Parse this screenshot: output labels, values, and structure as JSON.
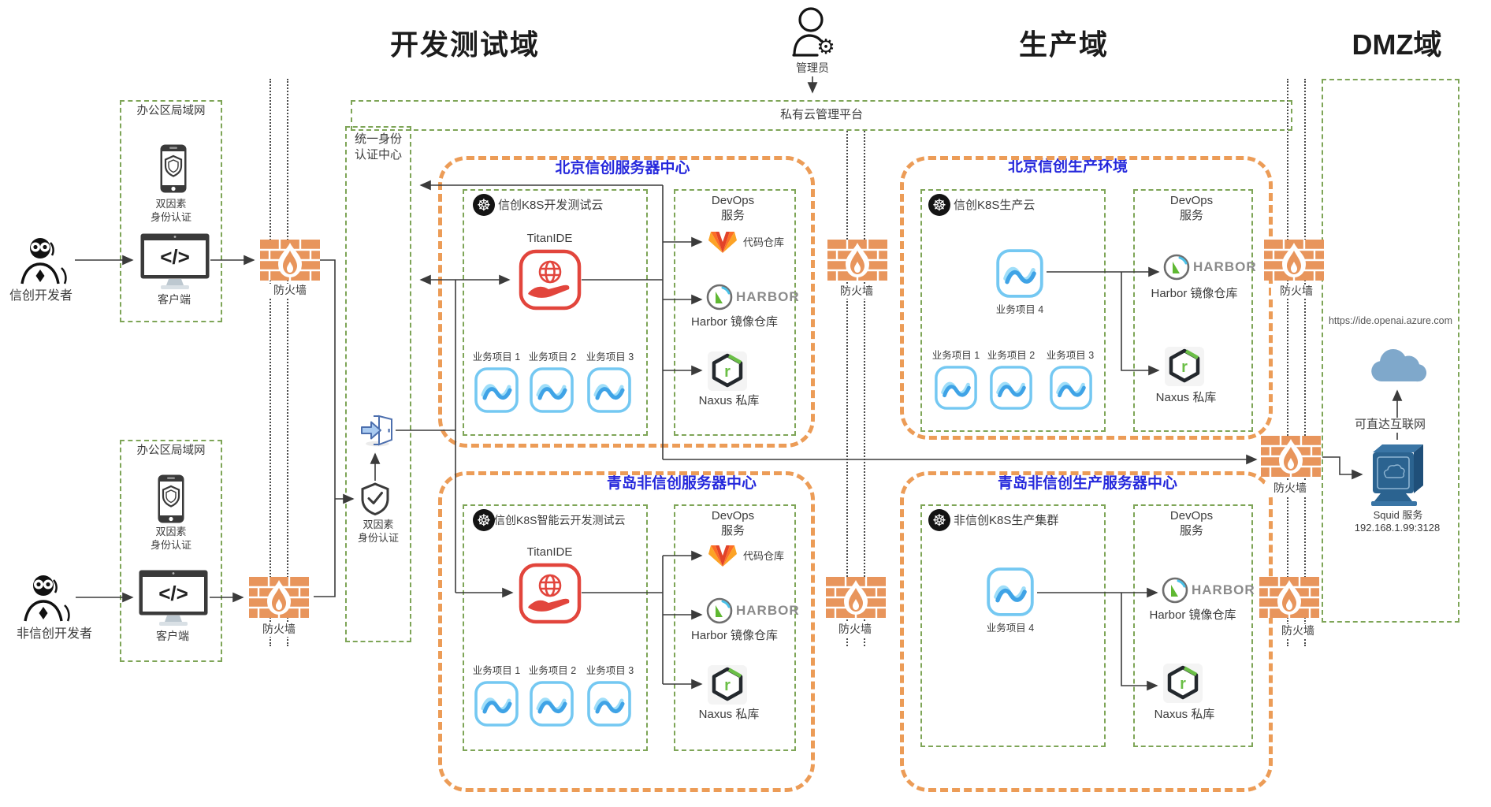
{
  "titles": {
    "dev_zone": "开发测试域",
    "prod_zone": "生产域",
    "dmz_zone": "DMZ域"
  },
  "admin": {
    "label": "管理员"
  },
  "band": {
    "label": "私有云管理平台"
  },
  "developers": [
    {
      "label": "信创开发者"
    },
    {
      "label": "非信创开发者"
    }
  ],
  "office_lans": [
    {
      "title": "办公区局域网",
      "mfa_line1": "双因素",
      "mfa_line2": "身份认证",
      "client_label": "客户端"
    },
    {
      "title": "办公区局域网",
      "mfa_line1": "双因素",
      "mfa_line2": "身份认证",
      "client_label": "客户端"
    }
  ],
  "auth_center": {
    "title_line1": "统一身份",
    "title_line2": "认证中心",
    "mfa_line1": "双因素",
    "mfa_line2": "身份认证"
  },
  "firewall": {
    "label": "防火墙"
  },
  "dev_centers": [
    {
      "title": "北京信创服务器中心",
      "cloud_title": "信创K8S开发测试云",
      "ide_label": "TitanIDE",
      "projects": [
        "业务项目 1",
        "业务项目 2",
        "业务项目 3"
      ],
      "devops": {
        "title_line1": "DevOps",
        "title_line2": "服务",
        "code_repo_label": "代码仓库",
        "harbor_logo_text": "HARBOR",
        "harbor_caption": "Harbor 镜像仓库",
        "nexus_label": "Naxus 私库"
      }
    },
    {
      "title": "青岛非信创服务器中心",
      "cloud_title": "信创K8S智能云开发测试云",
      "ide_label": "TitanIDE",
      "projects": [
        "业务项目 1",
        "业务项目 2",
        "业务项目 3"
      ],
      "devops": {
        "title_line1": "DevOps",
        "title_line2": "服务",
        "code_repo_label": "代码仓库",
        "harbor_logo_text": "HARBOR",
        "harbor_caption": "Harbor 镜像仓库",
        "nexus_label": "Naxus 私库"
      }
    }
  ],
  "prod_centers": [
    {
      "title": "北京信创生产环境",
      "cloud_title": "信创K8S生产云",
      "project4": "业务项目 4",
      "projects": [
        "业务项目 1",
        "业务项目 2",
        "业务项目 3"
      ],
      "devops": {
        "title_line1": "DevOps",
        "title_line2": "服务",
        "harbor_logo_text": "HARBOR",
        "harbor_caption": "Harbor 镜像仓库",
        "nexus_label": "Naxus 私库"
      }
    },
    {
      "title": "青岛非信创生产服务器中心",
      "cloud_title": "非信创K8S生产集群",
      "project4": "业务项目 4",
      "devops": {
        "title_line1": "DevOps",
        "title_line2": "服务",
        "harbor_logo_text": "HARBOR",
        "harbor_caption": "Harbor 镜像仓库",
        "nexus_label": "Naxus 私库"
      }
    }
  ],
  "dmz": {
    "url": "https://ide.openai.azure.com",
    "internet_label": "可直达互联网",
    "proxy_label": "Squid 服务",
    "proxy_address": "192.168.1.99:3128"
  },
  "colors": {
    "zone_border_green": "#7EA557",
    "center_border_orange": "#EC9C57",
    "center_title_blue": "#2528DC",
    "firewall_orange": "#E8955C",
    "line_dark": "#3B3B3B",
    "project_icon_blue": "#74C8F2",
    "titanide_red": "#E2453C",
    "cloud_blue": "#7FA8CB",
    "squid_blue": "#2B6390"
  }
}
